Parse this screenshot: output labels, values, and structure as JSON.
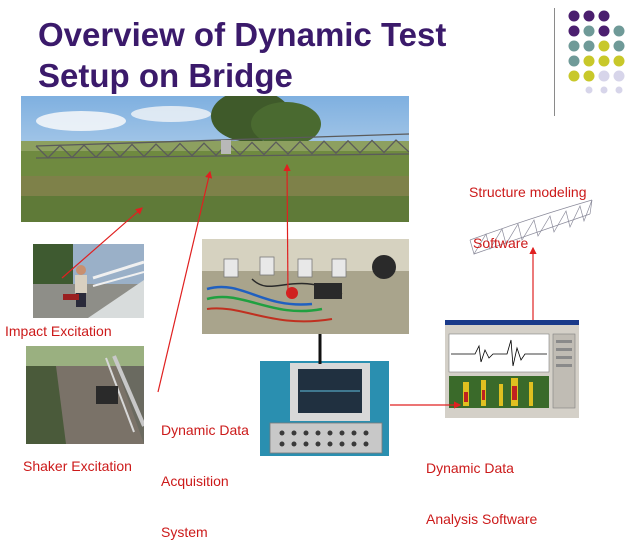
{
  "slide": {
    "title_line1": "Overview of Dynamic Test",
    "title_line2": "Setup on Bridge"
  },
  "labels": {
    "impact": "Impact Excitation",
    "shaker": "Shaker Excitation",
    "daq_line1": "Dynamic Data",
    "daq_line2": "Acquisition",
    "daq_line3": "System",
    "analysis_line1": "Dynamic Data",
    "analysis_line2": "Analysis Software",
    "modeling_line1": "Structure modeling",
    "modeling_line2": "Software"
  },
  "colors": {
    "title": "#3b1a6b",
    "label": "#cc1a1a",
    "arrow": "#e02020",
    "dot_purple": "#4b1f6f",
    "dot_teal": "#6f9a98",
    "dot_yellow": "#c8c82a",
    "dot_lavender": "#d7d5ea"
  }
}
